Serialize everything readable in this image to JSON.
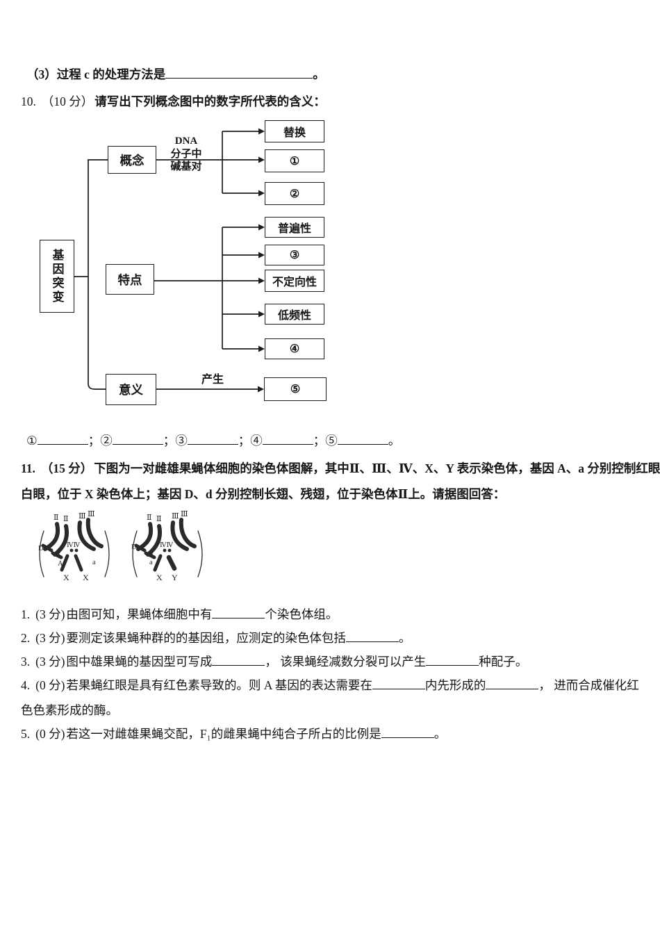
{
  "q9_line": {
    "label": "（3）过程 c 的处理方法是",
    "period": "。"
  },
  "q10": {
    "num": "10.",
    "score": "（10 分）",
    "text": "请写出下列概念图中的数字所代表的含义："
  },
  "diagram": {
    "root": "基因突变",
    "nodes": [
      "概念",
      "特点",
      "意义"
    ],
    "edge1_lines": [
      "DNA",
      "分子中",
      "碱基对"
    ],
    "edge3_label": "产生",
    "leaves1": [
      "替换",
      "①",
      "②"
    ],
    "leaves2": [
      "普遍性",
      "③",
      "不定向性",
      "低频性",
      "④"
    ],
    "leaves3": [
      "⑤"
    ]
  },
  "answer_line": {
    "items": [
      "①",
      "②",
      "③",
      "④",
      "⑤"
    ],
    "sep": "；",
    "period": "。"
  },
  "q11": {
    "num": "11.",
    "score": "（15 分）",
    "line1": "下图为一对雌雄果蝇体细胞的染色体图解，其中Ⅱ、Ⅲ、Ⅳ、X、Y 表示染色体，基因 A、a 分别控制红眼、",
    "line2": "白眼，位于 X 染色体上；基因 D、d 分别控制长翅、残翅，位于染色体Ⅱ上。请据图回答："
  },
  "figure": {
    "female": {
      "chromosome_labels": [
        "Ⅱ",
        "Ⅱ",
        "Ⅲ",
        "Ⅲ"
      ],
      "four_label": "ⅣⅣ",
      "gene_D": "D",
      "gene_d": "d",
      "gene_A": "A",
      "gene_a": "a",
      "sex": [
        "X",
        "X"
      ]
    },
    "male": {
      "chromosome_labels": [
        "Ⅱ",
        "Ⅱ",
        "Ⅲ",
        "Ⅲ"
      ],
      "four_label": "ⅣⅣ",
      "gene_D": "D",
      "gene_d": "d",
      "gene_a": "a",
      "sex": [
        "X",
        "Y"
      ]
    }
  },
  "subq": [
    {
      "num": "1.",
      "score": "(3 分)",
      "pre": "由图可知，果蝇体细胞中有",
      "post": "个染色体组。"
    },
    {
      "num": "2.",
      "score": "(3 分)",
      "pre": "要测定该果蝇种群的的基因组，应测定的染色体包括",
      "post": "。"
    },
    {
      "num": "3.",
      "score": "(3 分)",
      "pre": "图中雄果蝇的基因型可写成",
      "mid": "， 该果蝇经减数分裂可以产生",
      "post": "种配子。"
    },
    {
      "num": "4.",
      "score": "(0 分)",
      "pre": "若果蝇红眼是具有红色素导致的。则 A 基因的表达需要在",
      "mid": "内先形成的",
      "post": "， 进而合成催化红色色素形成的酶。"
    },
    {
      "num": "5.",
      "score": "(0 分)",
      "pre": "若这一对雌雄果蝇交配，F₁的雌果蝇中纯合子所占的比例是",
      "post": "。"
    }
  ]
}
